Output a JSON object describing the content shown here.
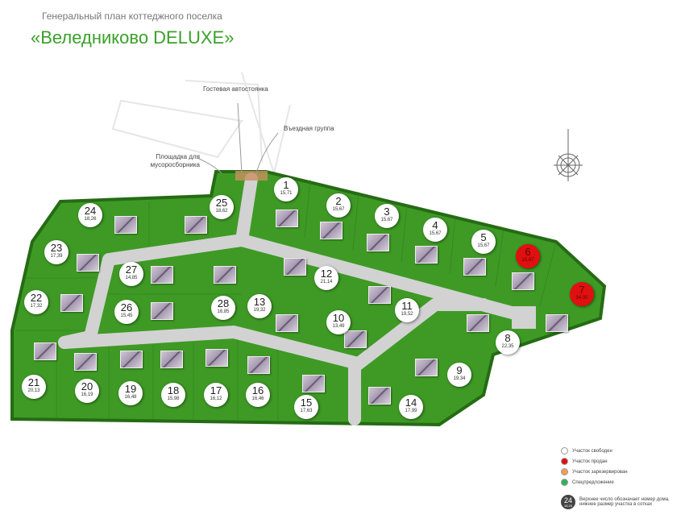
{
  "header": {
    "subtitle": "Генеральный план коттеджного поселка",
    "title": "«Веледниково DELUXE»"
  },
  "labels": {
    "parking": "Гостевая автостоянка",
    "entrance": "Въездная группа",
    "garbage": "Площадка для мусоросборника"
  },
  "colors": {
    "grass": "#3e9a25",
    "border": "#256b14",
    "road": "#d2d2d2",
    "free": "#ffffff",
    "sold": "#e01010",
    "reserved": "#f0a050",
    "special": "#2db35a"
  },
  "plots": [
    {
      "number": "1",
      "area": "15,71",
      "status": "free"
    },
    {
      "number": "2",
      "area": "15,67",
      "status": "free"
    },
    {
      "number": "3",
      "area": "15,67",
      "status": "free"
    },
    {
      "number": "4",
      "area": "15,67",
      "status": "free"
    },
    {
      "number": "5",
      "area": "15,67",
      "status": "free"
    },
    {
      "number": "6",
      "area": "15,67",
      "status": "sold"
    },
    {
      "number": "7",
      "area": "34,00",
      "status": "sold"
    },
    {
      "number": "8",
      "area": "22,35",
      "status": "free"
    },
    {
      "number": "9",
      "area": "19,34",
      "status": "free"
    },
    {
      "number": "10",
      "area": "13,49",
      "status": "free"
    },
    {
      "number": "11",
      "area": "19,52",
      "status": "free"
    },
    {
      "number": "12",
      "area": "21,14",
      "status": "free"
    },
    {
      "number": "13",
      "area": "19,32",
      "status": "free"
    },
    {
      "number": "14",
      "area": "17,99",
      "status": "free"
    },
    {
      "number": "15",
      "area": "17,63",
      "status": "free"
    },
    {
      "number": "16",
      "area": "16,46",
      "status": "free"
    },
    {
      "number": "17",
      "area": "16,12",
      "status": "free"
    },
    {
      "number": "18",
      "area": "15,98",
      "status": "free"
    },
    {
      "number": "19",
      "area": "16,48",
      "status": "free"
    },
    {
      "number": "20",
      "area": "16,19",
      "status": "free"
    },
    {
      "number": "21",
      "area": "20,13",
      "status": "free"
    },
    {
      "number": "22",
      "area": "17,32",
      "status": "free"
    },
    {
      "number": "23",
      "area": "17,39",
      "status": "free"
    },
    {
      "number": "24",
      "area": "18,26",
      "status": "free"
    },
    {
      "number": "25",
      "area": "18,62",
      "status": "free"
    },
    {
      "number": "26",
      "area": "15,45",
      "status": "free"
    },
    {
      "number": "27",
      "area": "14,85",
      "status": "free"
    },
    {
      "number": "28",
      "area": "16,85",
      "status": "free"
    }
  ],
  "legend": {
    "items": [
      {
        "label": "Участок свободен",
        "color": "#ffffff"
      },
      {
        "label": "Участок продан",
        "color": "#e01010"
      },
      {
        "label": "Участок зарезервирован",
        "color": "#f0a050"
      },
      {
        "label": "Спецпредложение",
        "color": "#2db35a"
      }
    ],
    "key": {
      "number": "24",
      "area": "18,26",
      "text": "Верхнее число обозначает номер дома, нижнее размер участка в сотках"
    }
  }
}
